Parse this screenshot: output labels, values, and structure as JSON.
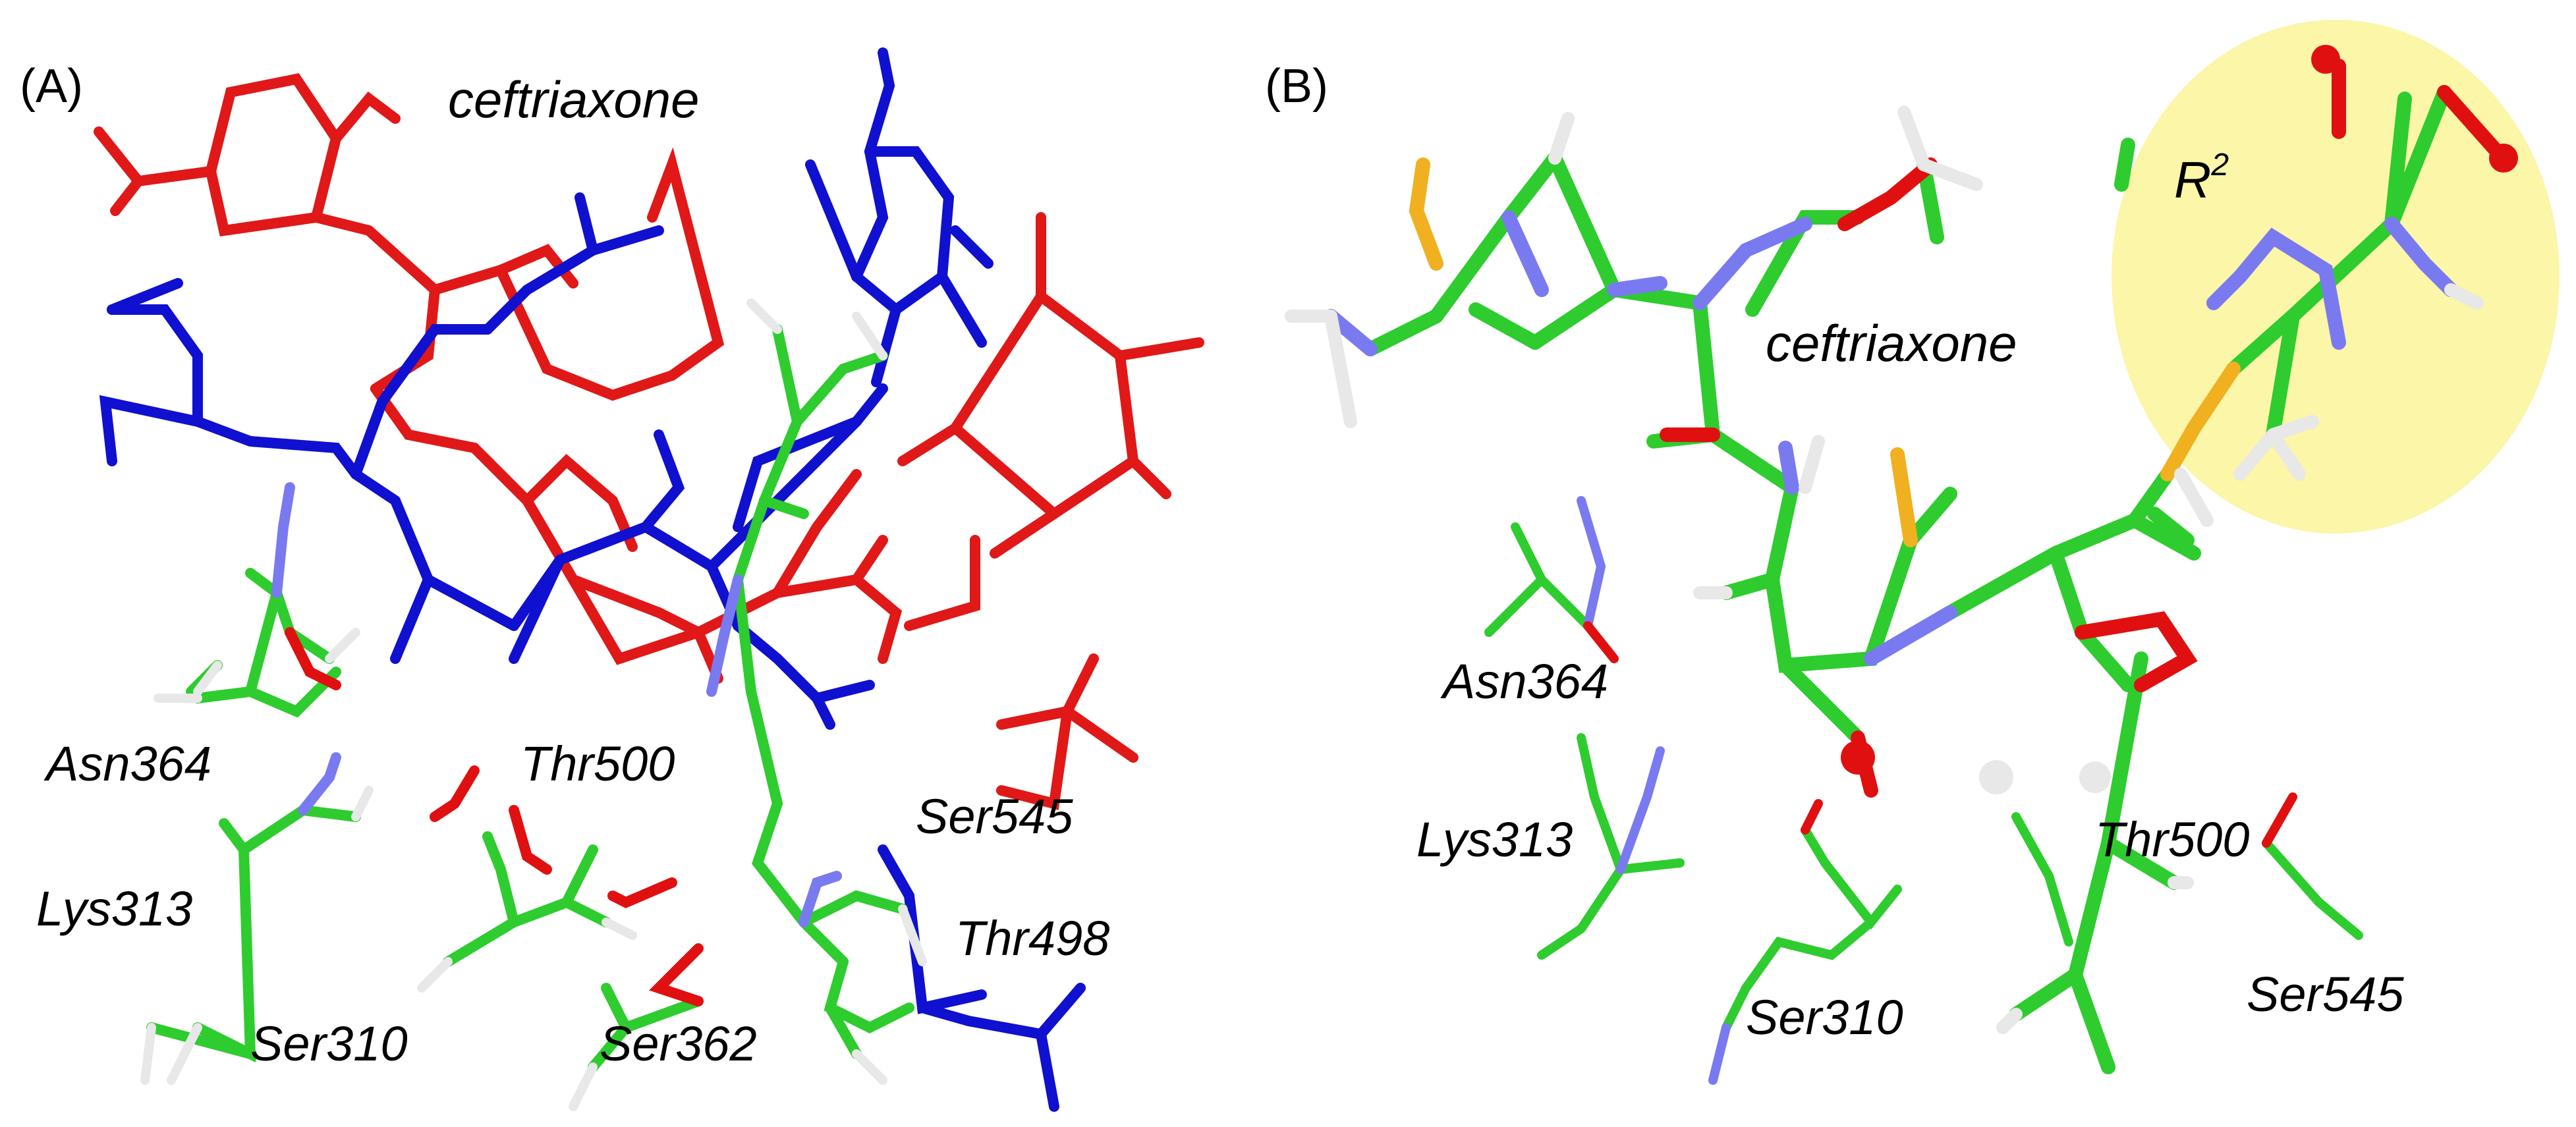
{
  "panels": {
    "a": {
      "tag": "(A)",
      "ligand": "ceftriaxone",
      "residues": {
        "asn364": "Asn364",
        "lys313": "Lys313",
        "ser310": "Ser310",
        "ser362": "Ser362",
        "thr500": "Thr500",
        "ser545": "Ser545",
        "thr498": "Thr498"
      }
    },
    "b": {
      "tag": "(B)",
      "ligand": "ceftriaxone",
      "group_label": "R",
      "group_superscript": "2",
      "residues": {
        "asn364": "Asn364",
        "lys313": "Lys313",
        "ser310": "Ser310",
        "thr500": "Thr500",
        "ser545": "Ser545"
      }
    }
  },
  "colors": {
    "carbon": "#2ecc2e",
    "nitrogen": "#7a7af0",
    "oxygen": "#e01010",
    "sulfur": "#f0b020",
    "hydrogen": "#e8e8e8",
    "pose_red": "#e01818",
    "pose_blue": "#1010d0",
    "highlight": "#fbf6a8"
  }
}
